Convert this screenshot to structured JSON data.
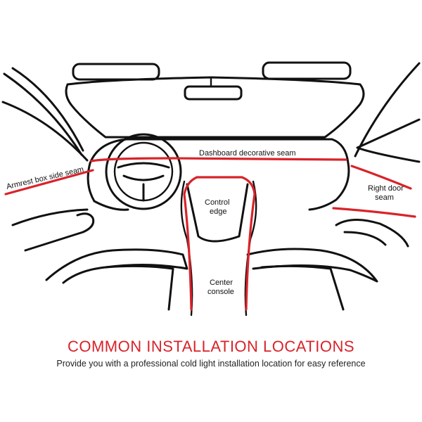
{
  "headline": "COMMON INSTALLATION LOCATIONS",
  "subline": "Provide you with a professional cold light installation location for easy reference",
  "labels": {
    "dashboard": "Dashboard decorative seam",
    "armrest": "Armrest box side seam",
    "right_door_line1": "Right door",
    "right_door_line2": "seam",
    "control_line1": "Control",
    "control_line2": "edge",
    "console_line1": "Center",
    "console_line2": "console"
  },
  "colors": {
    "seam": "#d8232a",
    "outline": "#111111",
    "headline": "#d8232a"
  }
}
